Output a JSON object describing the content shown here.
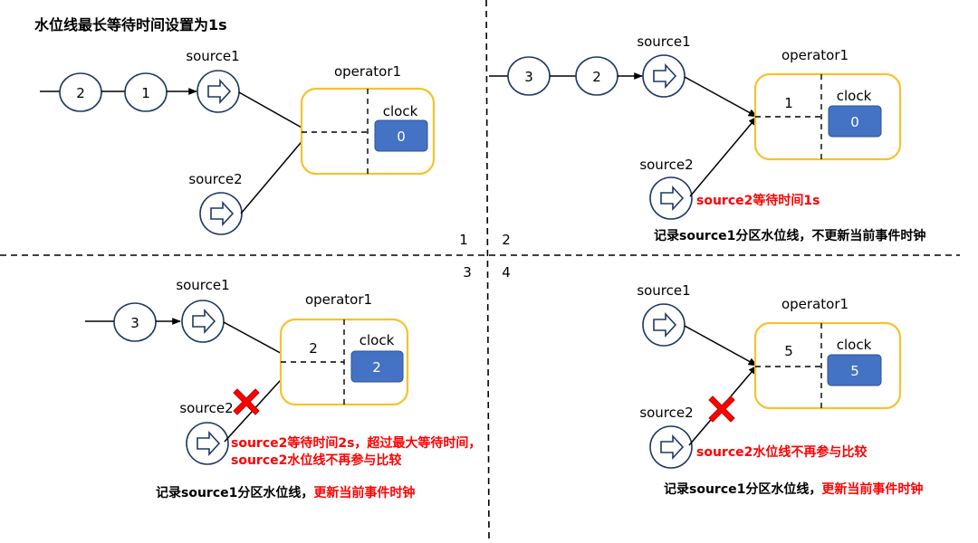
{
  "title": "水位线最长等待时间设置为1s",
  "quadrant_numbers": [
    "1",
    "2",
    "3",
    "4"
  ],
  "colors": {
    "operator_border": "#F5C22E",
    "clock_fill": "#4472C4",
    "node_stroke": "#1F3864",
    "alert_text": "#FF0000",
    "cross": "#FF0000"
  },
  "panels": [
    {
      "id": 1,
      "events": [
        "2",
        "1"
      ],
      "source1_label": "source1",
      "source2_label": "source2",
      "operator_label": "operator1",
      "partition1_value": "",
      "clock_label": "clock",
      "clock_value": "0",
      "source2_excluded": false
    },
    {
      "id": 2,
      "events": [
        "3",
        "2"
      ],
      "source1_label": "source1",
      "source2_label": "source2",
      "operator_label": "operator1",
      "partition1_value": "1",
      "clock_label": "clock",
      "clock_value": "0",
      "source2_excluded": false,
      "source2_note": "source2等待时间1s",
      "caption_black": "记录source1分区水位线，不更新当前事件时钟",
      "caption_red": ""
    },
    {
      "id": 3,
      "events": [
        "3"
      ],
      "source1_label": "source1",
      "source2_label": "source2",
      "operator_label": "operator1",
      "partition1_value": "2",
      "clock_label": "clock",
      "clock_value": "2",
      "source2_excluded": true,
      "source2_note_line1": "source2等待时间2s，超过最大等待时间，",
      "source2_note_line2": "source2水位线不再参与比较",
      "caption_black": "记录source1分区水位线，",
      "caption_red": "更新当前事件时钟"
    },
    {
      "id": 4,
      "events": [],
      "source1_label": "source1",
      "source2_label": "source2",
      "operator_label": "operator1",
      "partition1_value": "5",
      "clock_label": "clock",
      "clock_value": "5",
      "source2_excluded": true,
      "source2_note": "source2水位线不再参与比较",
      "caption_black": "记录source1分区水位线，",
      "caption_red": "更新当前事件时钟"
    }
  ]
}
